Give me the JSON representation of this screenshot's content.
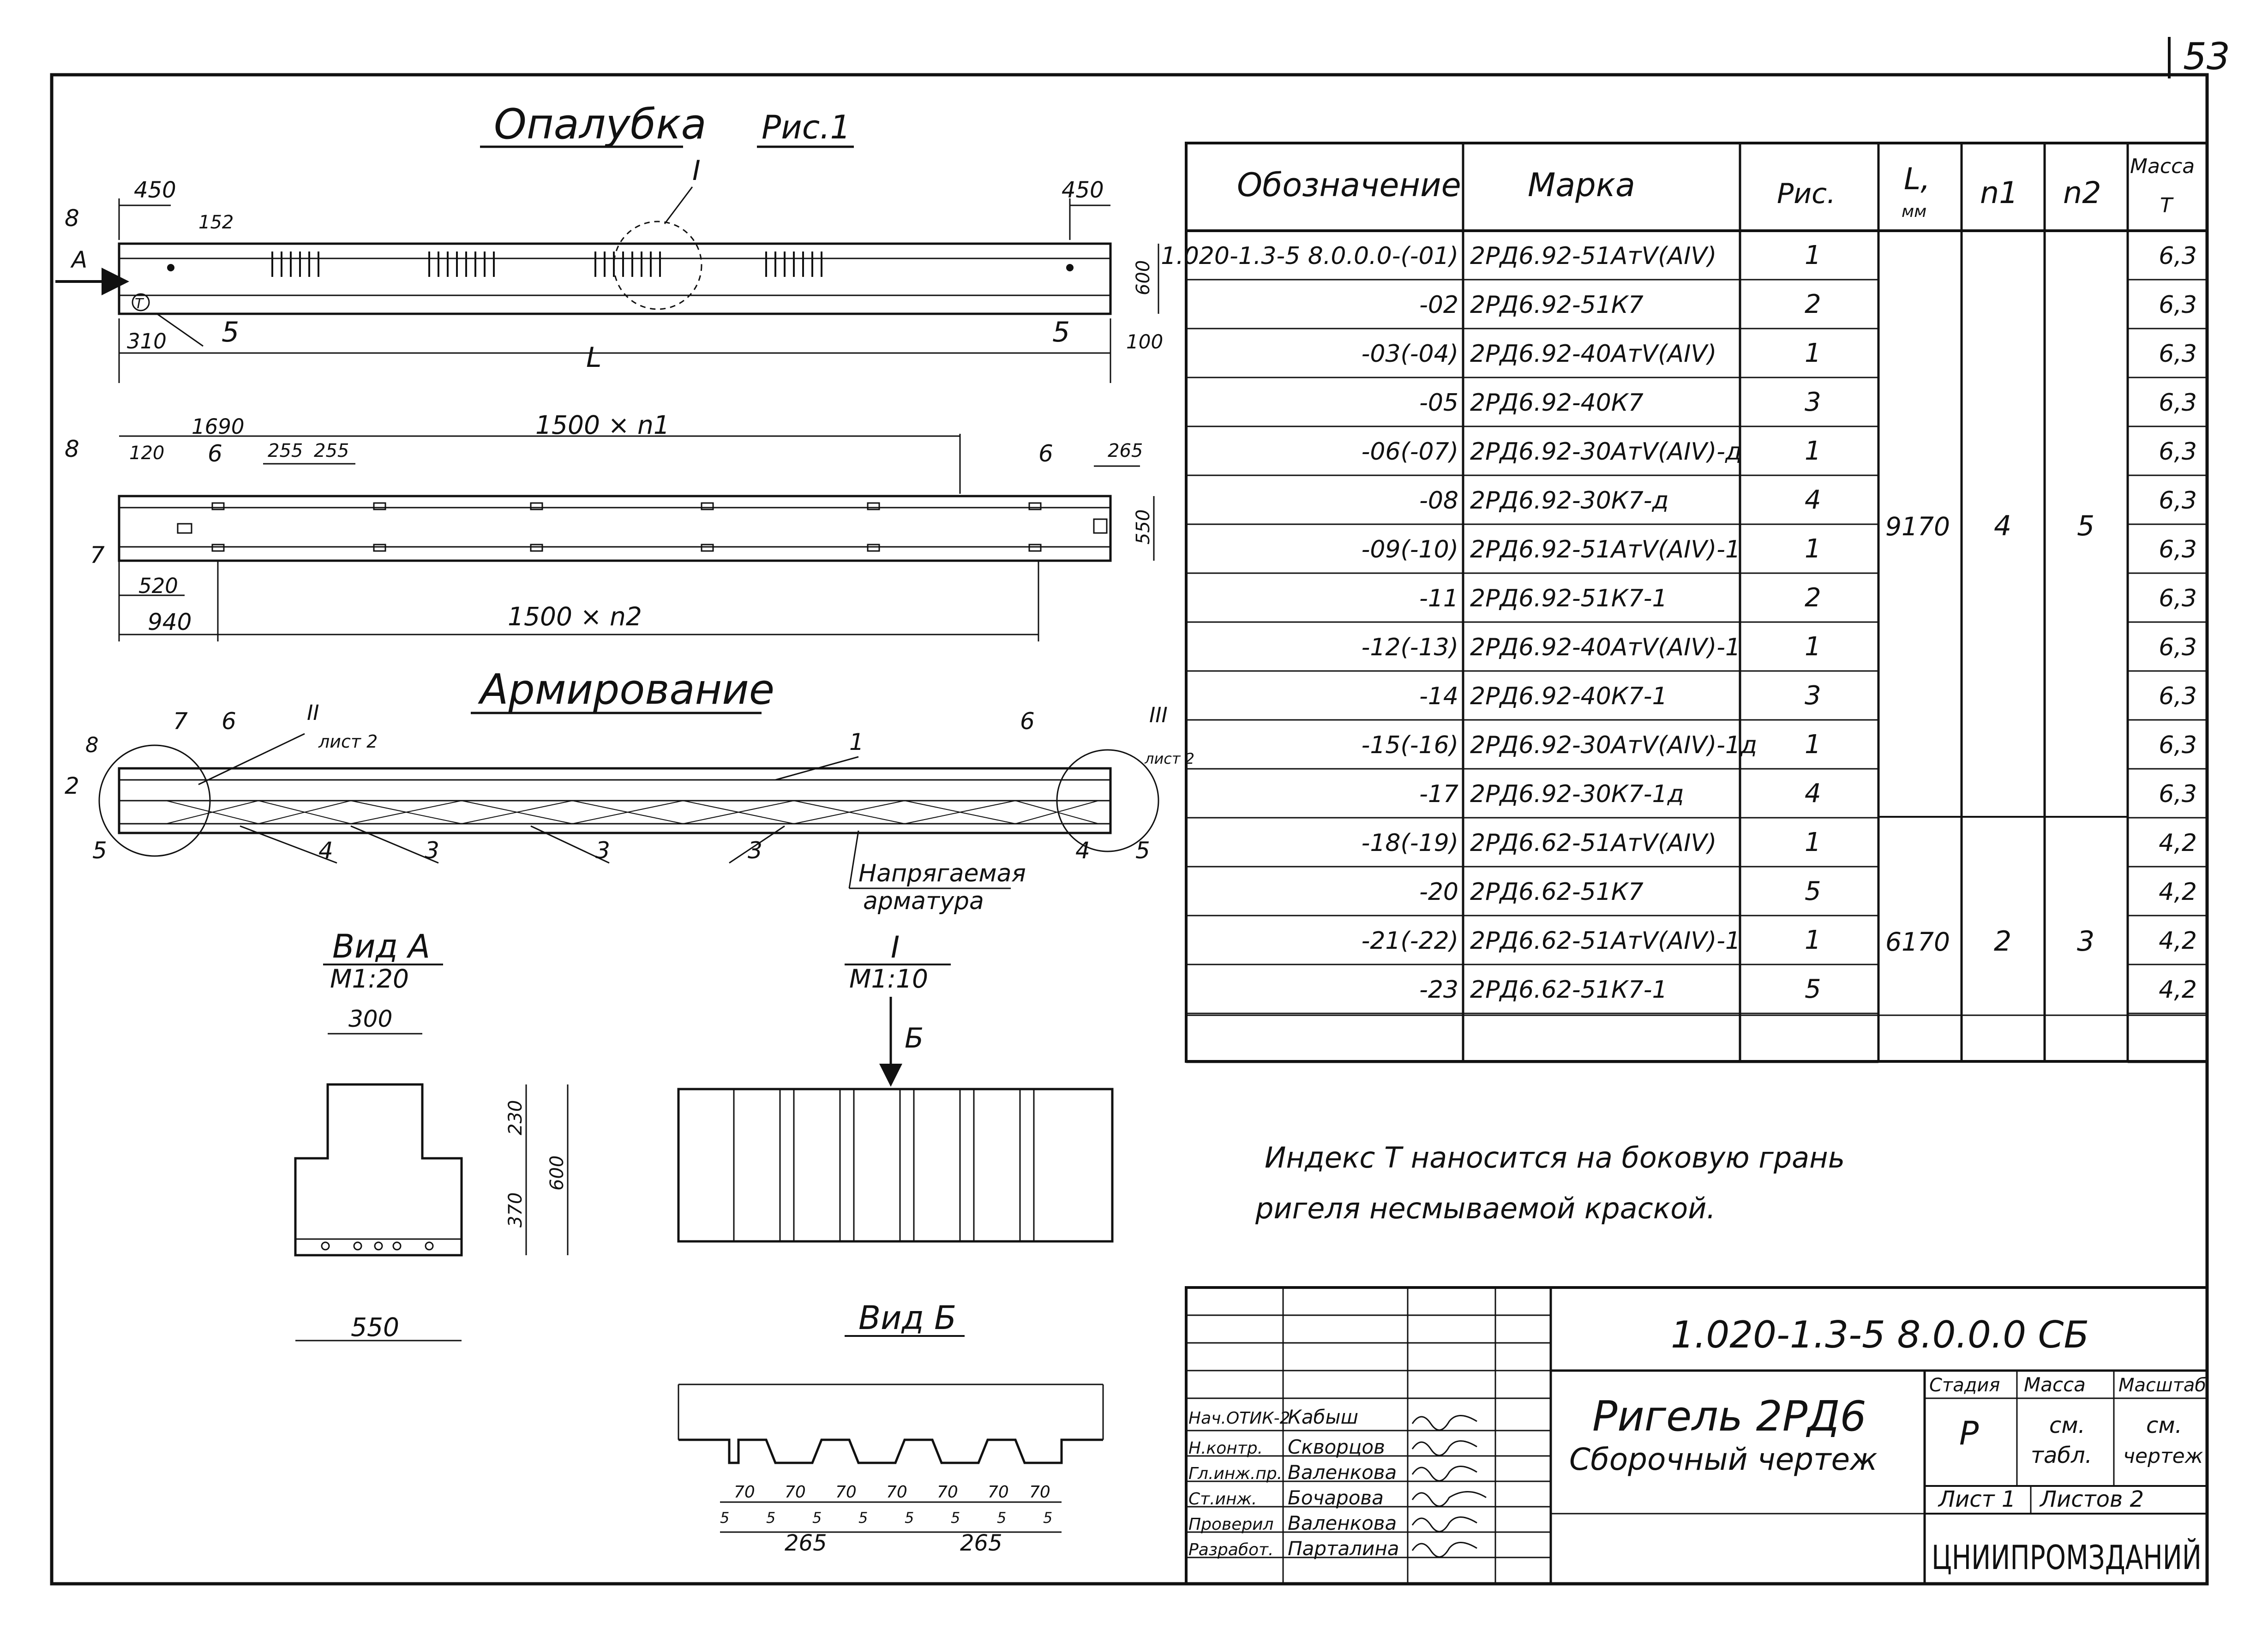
{
  "page_number": "53",
  "formwork": {
    "title": "Опалубка",
    "fig_label": "Рис.1",
    "dims": {
      "left_450": "450",
      "right_450": "450",
      "d152": "152",
      "h600": "600",
      "d310": "310",
      "d100": "100",
      "span": "L",
      "d1690": "1690",
      "d120": "120",
      "d255a": "255",
      "d255b": "255",
      "top_pitch": "1500 × n1",
      "d265": "265",
      "h550": "550",
      "d520": "520",
      "d940": "940",
      "bot_pitch": "1500 × n2"
    },
    "pos": {
      "p8a": "8",
      "p4": "А",
      "p5a": "5",
      "p5b": "5",
      "p8b": "8",
      "p6a": "6",
      "p6b": "6",
      "p7": "7",
      "node1": "I",
      "index_mark": "Т"
    }
  },
  "reinforcement": {
    "title": "Армирование",
    "pos": {
      "p8": "8",
      "p7": "7",
      "p6": "6",
      "node2": "II",
      "sheet2a": "лист 2",
      "p1": "1",
      "p6b": "6",
      "node3": "III",
      "sheet2b": "лист 2",
      "p2": "2",
      "p5": "5",
      "p4": "4",
      "p3a": "3",
      "p3b": "3",
      "p3c": "3",
      "p4b": "4",
      "p5b": "5"
    },
    "prestressed": [
      "Напрягаемая",
      "арматура"
    ]
  },
  "view_a": {
    "title": "Вид А",
    "scale": "М1:20",
    "w300": "300",
    "h230": "230",
    "h370": "370",
    "h600": "600",
    "w550": "550"
  },
  "node_i": {
    "title": "I",
    "scale": "М1:10",
    "arrow": "Б"
  },
  "view_b": {
    "title": "Вид Б",
    "d70": [
      "70",
      "70",
      "70",
      "70",
      "70",
      "70",
      "70"
    ],
    "d5": [
      "5",
      "5",
      "5",
      "5",
      "5",
      "5",
      "5",
      "5"
    ],
    "d265a": "265",
    "d265b": "265"
  },
  "table": {
    "headers": {
      "designation": "Обозначение",
      "mark": "Марка",
      "fig": "Рис.",
      "l": "L,",
      "l_unit": "мм",
      "n1": "n1",
      "n2": "n2",
      "mass": "Масса",
      "mass_unit": "Т"
    },
    "rows": [
      {
        "designation": "1.020-1.3-5 8.0.0.0-(-01)",
        "mark": "2РД6.92-51АтV(АIV)",
        "fig": "1",
        "mass": "6,3"
      },
      {
        "designation": "-02",
        "mark": "2РД6.92-51К7",
        "fig": "2",
        "mass": "6,3"
      },
      {
        "designation": "-03(-04)",
        "mark": "2РД6.92-40АтV(АIV)",
        "fig": "1",
        "mass": "6,3"
      },
      {
        "designation": "-05",
        "mark": "2РД6.92-40К7",
        "fig": "3",
        "mass": "6,3"
      },
      {
        "designation": "-06(-07)",
        "mark": "2РД6.92-30АтV(АIV)-д",
        "fig": "1",
        "mass": "6,3"
      },
      {
        "designation": "-08",
        "mark": "2РД6.92-30К7-д",
        "fig": "4",
        "mass": "6,3"
      },
      {
        "designation": "-09(-10)",
        "mark": "2РД6.92-51АтV(АIV)-1",
        "fig": "1",
        "mass": "6,3"
      },
      {
        "designation": "-11",
        "mark": "2РД6.92-51К7-1",
        "fig": "2",
        "mass": "6,3"
      },
      {
        "designation": "-12(-13)",
        "mark": "2РД6.92-40АтV(АIV)-1",
        "fig": "1",
        "mass": "6,3"
      },
      {
        "designation": "-14",
        "mark": "2РД6.92-40К7-1",
        "fig": "3",
        "mass": "6,3"
      },
      {
        "designation": "-15(-16)",
        "mark": "2РД6.92-30АтV(АIV)-1д",
        "fig": "1",
        "mass": "6,3"
      },
      {
        "designation": "-17",
        "mark": "2РД6.92-30К7-1д",
        "fig": "4",
        "mass": "6,3"
      },
      {
        "designation": "-18(-19)",
        "mark": "2РД6.62-51АтV(АIV)",
        "fig": "1",
        "mass": "4,2"
      },
      {
        "designation": "-20",
        "mark": "2РД6.62-51К7",
        "fig": "5",
        "mass": "4,2"
      },
      {
        "designation": "-21(-22)",
        "mark": "2РД6.62-51АтV(АIV)-1",
        "fig": "1",
        "mass": "4,2"
      },
      {
        "designation": "-23",
        "mark": "2РД6.62-51К7-1",
        "fig": "5",
        "mass": "4,2"
      },
      {
        "designation": "",
        "mark": "",
        "fig": "",
        "mass": ""
      }
    ],
    "group1": {
      "l": "9170",
      "n1": "4",
      "n2": "5"
    },
    "group2": {
      "l": "6170",
      "n1": "2",
      "n2": "3"
    }
  },
  "note": {
    "line1": "Индекс Т наносится на боковую грань",
    "line2": "ригеля несмываемой краской."
  },
  "title_block": {
    "code": "1.020-1.3-5 8.0.0.0 СБ",
    "name1": "Ригель 2РД6",
    "name2": "Сборочный чертеж",
    "stage_h": "Стадия",
    "mass_h": "Масса",
    "scale_h": "Масштаб",
    "stage": "Р",
    "mass1": "см.",
    "mass2": "табл.",
    "scale1": "см.",
    "scale2": "чертеж",
    "sheet": "Лист 1",
    "sheets": "Листов 2",
    "org": "ЦНИИПРОМЗДАНИЙ",
    "staff": [
      {
        "role": "Нач.ОТИК-2",
        "name": "Кабыш"
      },
      {
        "role": "Н.контр.",
        "name": "Скворцов"
      },
      {
        "role": "Гл.инж.пр.",
        "name": "Валенкова"
      },
      {
        "role": "Ст.инж.",
        "name": "Бочарова"
      },
      {
        "role": "Проверил",
        "name": "Валенкова"
      },
      {
        "role": "Разработ.",
        "name": "Парталина"
      }
    ]
  }
}
